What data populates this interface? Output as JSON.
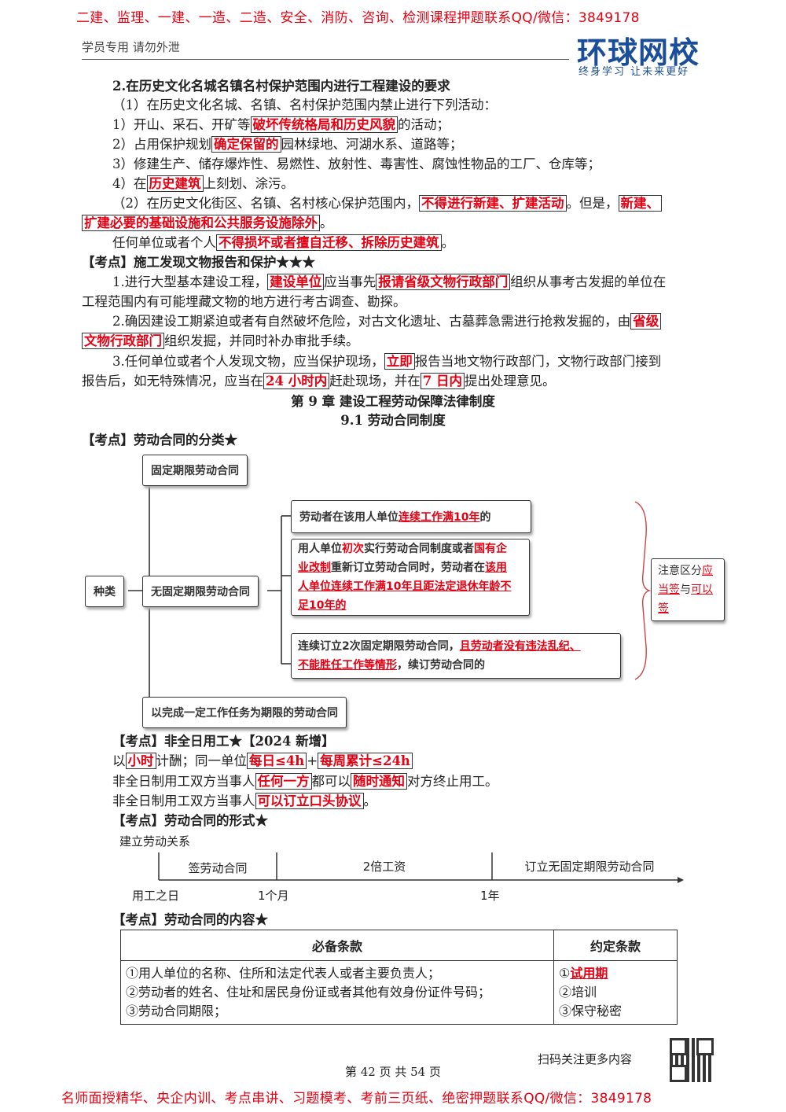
{
  "header": {
    "top_banner": "二建、监理、一建、一造、二造、安全、消防、咨询、检测课程押题联系QQ/微信：3849178",
    "left_note": "学员专用 请勿外泄",
    "logo_name": "环球网校",
    "logo_slogan": "终身学习 让未来更好"
  },
  "section2": {
    "heading": "2.在历史文化名城名镇名村保护范围内进行工程建设的要求",
    "p1": "（1）在历史文化名城、名镇、名村保护范围内禁止进行下列活动：",
    "i1a": "1）开山、采石、开矿等",
    "i1b": "破坏传统格局和历史风貌",
    "i1c": "的活动；",
    "i2a": "2）占用保护规划",
    "i2b": "确定保留的",
    "i2c": "园林绿地、河湖水系、道路等；",
    "i3": "3）修建生产、储存爆炸性、易燃性、放射性、毒害性、腐蚀性物品的工厂、仓库等；",
    "i4a": "4）在",
    "i4b": "历史建筑",
    "i4c": "上刻划、涂污。",
    "p2a": "（2）在历史文化街区、名镇、名村核心保护范围内，",
    "p2b": "不得进行新建、扩建活动",
    "p2c": "。但是，",
    "p2d": "新建、",
    "p2e": "扩建必要的基础设施和公共服务设施除外",
    "p2f": "。",
    "p3a": "任何单位或者个人",
    "p3b": "不得损坏或者擅自迁移、拆除历史建筑",
    "p3c": "。"
  },
  "relics": {
    "heading": "【考点】施工发现文物报告和保护★★★",
    "r1a": "1.进行大型基本建设工程，",
    "r1b": "建设单位",
    "r1c": "应当事先",
    "r1d": "报请省级文物行政部门",
    "r1e": "组织从事考古发掘的单位在",
    "r1f": "工程范围内有可能埋藏文物的地方进行考古调查、勘探。",
    "r2a": "2.确因建设工期紧迫或者有自然破坏危险，对古文化遗址、古墓葬急需进行抢救发掘的，由",
    "r2b": "省级",
    "r2c": "文物行政部门",
    "r2d": "组织发掘，并同时补办审批手续。",
    "r3a": "3.任何单位或者个人发现文物，应当保护现场，",
    "r3b": "立即",
    "r3c": "报告当地文物行政部门，文物行政部门接到",
    "r3d": "报告后，如无特殊情况，应当在",
    "r3e": "24 小时内",
    "r3f": "赶赴现场，并在",
    "r3g": "7 日内",
    "r3h": "提出处理意见。"
  },
  "chapter": {
    "title": "第 9 章  建设工程劳动保障法律制度",
    "subtitle": "9.1  劳动合同制度"
  },
  "classification": {
    "heading": "【考点】劳动合同的分类★",
    "root": "种类",
    "fixed": "固定期限劳动合同",
    "open": "无固定期限劳动合同",
    "task": "以完成一定工作任务为期限的劳动合同",
    "c1a": "劳动者在该用人单位",
    "c1b": "连续工作满10年",
    "c1c": "的",
    "c2a": "用人单位",
    "c2b": "初次",
    "c2c": "实行劳动合同制度或者",
    "c2d": "国有企",
    "c2e": "业改制",
    "c2f": "重新订立劳动合同时，劳动者在",
    "c2g": "该用",
    "c2h": "人单位连续工作满10年且距法定退休年龄不",
    "c2i": "足10年的",
    "c3a": "连续订立2次固定期限劳动合同，",
    "c3b": "且劳动者没有违法乱纪、",
    "c3c": "不能胜任工作等情形",
    "c3d": "，续订劳动合同的",
    "note_a": "注意区分",
    "note_b": "应",
    "note_c": "当签",
    "note_d": "与",
    "note_e": "可以",
    "note_f": "签"
  },
  "parttime": {
    "heading": "【考点】非全日用工★【2024 新增】",
    "l1a": "以",
    "l1b": "小时",
    "l1c": "计酬；同一单位",
    "l1d": "每日≤4h",
    "l1e": "+",
    "l1f": "每周累计≤24h",
    "l2a": "非全日制用工双方当事人",
    "l2b": "任何一方",
    "l2c": "都可以",
    "l2d": "随时通知",
    "l2e": "对方终止用工。",
    "l3a": "非全日制用工双方当事人",
    "l3b": "可以订立口头协议",
    "l3c": "。"
  },
  "form": {
    "heading": "【考点】劳动合同的形式★",
    "start": "建立劳动关系",
    "seg1": "签劳动合同",
    "seg2": "2倍工资",
    "seg3": "订立无固定期限劳动合同",
    "t0": "用工之日",
    "t1": "1个月",
    "t2": "1年"
  },
  "content": {
    "heading": "【考点】劳动合同的内容★",
    "col1": "必备条款",
    "col2": "约定条款",
    "m1": "①用人单位的名称、住所和法定代表人或者主要负责人；",
    "m2": "②劳动者的姓名、住址和居民身份证或者其他有效身份证件号码；",
    "m3": "③劳动合同期限；",
    "o1a": "①",
    "o1b": "试用期",
    "o2": "②培训",
    "o3": "③保守秘密"
  },
  "footer": {
    "scan": "扫码关注更多内容",
    "page": "第 42 页 共 54 页",
    "bottom_banner": "名师面授精华、央企内训、考点串讲、习题模考、考前三页纸、绝密押题联系QQ/微信：3849178"
  },
  "colors": {
    "accent": "#e60012",
    "logo_blue": "#1a4e9a"
  }
}
